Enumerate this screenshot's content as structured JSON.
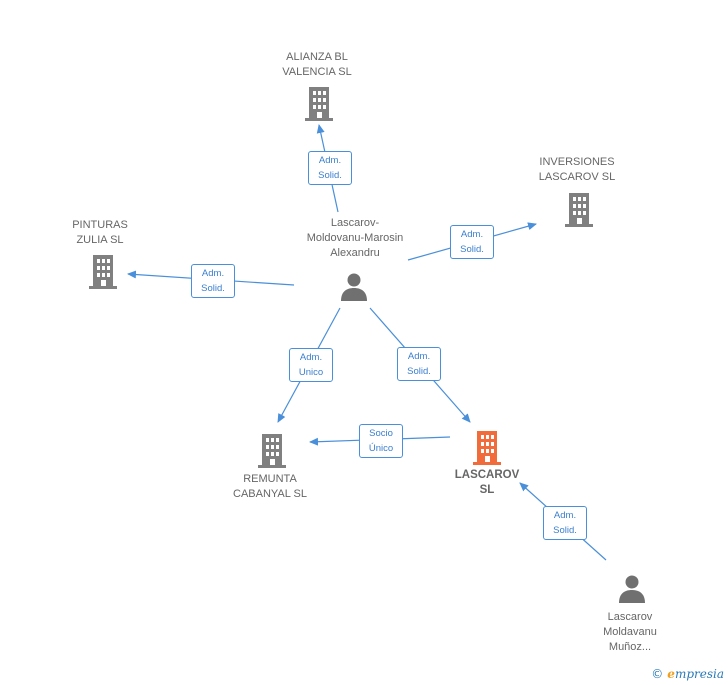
{
  "nodes": {
    "alianza": "ALIANZA BL\nVALENCIA  SL",
    "inversiones": "INVERSIONES\nLASCAROV  SL",
    "pinturas": "PINTURAS\nZULIA  SL",
    "person_main": "Lascarov-\nMoldovanu-Marosin\nAlexandru",
    "remunta": "REMUNTA\nCABANYAL  SL",
    "lascarov_sl": "LASCAROV\nSL",
    "person_2": "Lascarov\nMoldavanu\nMuñoz..."
  },
  "edges": {
    "to_alianza": "Adm.\nSolid.",
    "to_inversiones": "Adm.\nSolid.",
    "to_pinturas": "Adm.\nSolid.",
    "to_remunta": "Adm.\nUnico",
    "to_lascarov": "Adm.\nSolid.",
    "lascarov_to_remunta": "Socio\nÚnico",
    "person2_to_lascarov": "Adm.\nSolid."
  },
  "colors": {
    "edge": "#4a8fd9",
    "company": "#808080",
    "company_focus": "#f26b3a",
    "person": "#707070"
  },
  "icons": {
    "company": "building-icon",
    "person": "person-icon"
  },
  "brand": {
    "copyright": "©",
    "e": "e",
    "name": "mpresia"
  }
}
